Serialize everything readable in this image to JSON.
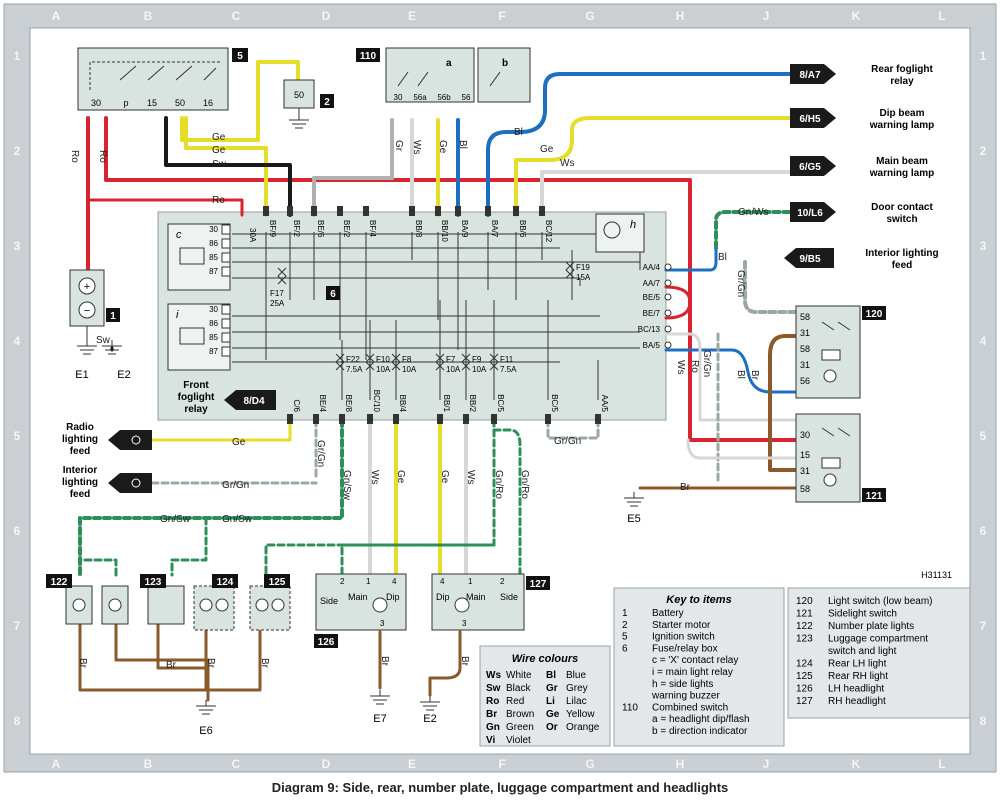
{
  "grid": {
    "columns": [
      "A",
      "B",
      "C",
      "D",
      "E",
      "F",
      "G",
      "H",
      "J",
      "K",
      "L"
    ],
    "rows": [
      "1",
      "2",
      "3",
      "4",
      "5",
      "6",
      "7",
      "8"
    ]
  },
  "caption": "Diagram 9: Side, rear, number plate, luggage compartment and headlights",
  "drawing_ref": "H31131",
  "colors": {
    "frame": "#c9cfd3",
    "panel": "#d9e3e0",
    "red": "#d8242f",
    "yellow": "#e6dc2a",
    "blue": "#1f6fc0",
    "black": "#1a1a1a",
    "white": "#f4f4f4",
    "grey": "#9a9a9a",
    "brown": "#8a5a2b",
    "green": "#2f8f5a"
  },
  "components": {
    "ignition_switch": {
      "number": "5",
      "terminals": [
        "30",
        "p",
        "15",
        "50",
        "16"
      ]
    },
    "battery": {
      "number": "1"
    },
    "starter_motor": {
      "number": "2",
      "terminal": "50"
    },
    "combined_switch": {
      "number": "110",
      "terminals": [
        "30",
        "56a",
        "56b",
        "56"
      ],
      "sub_a": "a",
      "sub_b": "b"
    },
    "fuse_box": {
      "number": "6"
    },
    "switch_120": {
      "number": "120",
      "terminals": [
        "58",
        "31",
        "58",
        "31",
        "56"
      ]
    },
    "switch_121": {
      "number": "121",
      "terminals": [
        "30",
        "15",
        "31",
        "58"
      ]
    },
    "lamp_122": {
      "number": "122"
    },
    "lamp_123": {
      "number": "123"
    },
    "lamp_124": {
      "number": "124"
    },
    "lamp_125": {
      "number": "125"
    },
    "headlight_126": {
      "number": "126",
      "labels": [
        "Side",
        "Main",
        "Dip"
      ],
      "pins": [
        "2",
        "1",
        "4",
        "3"
      ]
    },
    "headlight_127": {
      "number": "127",
      "labels": [
        "Dip",
        "Main",
        "Side"
      ],
      "pins": [
        "4",
        "1",
        "2",
        "3"
      ]
    }
  },
  "fusebox_connectors_top": [
    "BF/9",
    "BF/2",
    "BE/6",
    "BE/2",
    "BF/4",
    "BB/8",
    "BB/10",
    "BA/9",
    "BA/7",
    "BB/6",
    "BC/12"
  ],
  "fusebox_connectors_bottom": [
    "C/6",
    "BE/4",
    "BE/8",
    "BC/10",
    "BB/4",
    "BB/1",
    "BB/2",
    "BC/5",
    "BC/5",
    "AA/5"
  ],
  "fusebox_connectors_right": [
    "AA/4",
    "AA/7",
    "BE/5",
    "BE/7",
    "BC/13",
    "BA/5"
  ],
  "relay_c": {
    "label": "c",
    "pins": [
      "30",
      "86",
      "85",
      "87"
    ]
  },
  "relay_i": {
    "label": "i",
    "pins": [
      "30",
      "86",
      "85",
      "87"
    ]
  },
  "buzzer_h": {
    "label": "h"
  },
  "fuses": [
    {
      "name": "F17",
      "rating": "25A"
    },
    {
      "name": "F19",
      "rating": "15A"
    },
    {
      "name": "F22",
      "rating": "7.5A"
    },
    {
      "name": "F10",
      "rating": "10A"
    },
    {
      "name": "F8",
      "rating": "10A"
    },
    {
      "name": "F7",
      "rating": "10A"
    },
    {
      "name": "F9",
      "rating": "10A"
    },
    {
      "name": "F11",
      "rating": "7.5A"
    }
  ],
  "fuse_30a": "30A",
  "wire_labels": {
    "ro": "Ro",
    "ge": "Ge",
    "sw": "Sw",
    "ws": "Ws",
    "gr": "Gr",
    "bl": "Bl",
    "br": "Br",
    "gr_gn": "Gr/Gn",
    "gn_sw": "Gn/Sw",
    "gn_ro": "Gn/Ro",
    "gn_ws": "Gn/Ws"
  },
  "earths": [
    "E1",
    "E2",
    "E5",
    "E6",
    "E7",
    "E2"
  ],
  "refs": [
    {
      "ref": "8/A7",
      "label": "Rear foglight relay"
    },
    {
      "ref": "6/H5",
      "label": "Dip beam warning lamp"
    },
    {
      "ref": "6/G5",
      "label": "Main beam warning lamp"
    },
    {
      "ref": "10/L6",
      "label": "Door contact switch"
    },
    {
      "ref": "9/B5",
      "label": "Interior lighting feed"
    },
    {
      "ref": "8/D4",
      "label": "Front foglight relay"
    }
  ],
  "left_feeds": [
    {
      "label": "Radio lighting feed"
    },
    {
      "label": "Interior lighting feed"
    }
  ],
  "wire_colours": {
    "title": "Wire colours",
    "entries": [
      [
        "Ws",
        "White"
      ],
      [
        "Bl",
        "Blue"
      ],
      [
        "Sw",
        "Black"
      ],
      [
        "Gr",
        "Grey"
      ],
      [
        "Ro",
        "Red"
      ],
      [
        "Li",
        "Lilac"
      ],
      [
        "Br",
        "Brown"
      ],
      [
        "Ge",
        "Yellow"
      ],
      [
        "Gn",
        "Green"
      ],
      [
        "Or",
        "Orange"
      ],
      [
        "Vi",
        "Violet"
      ],
      [
        "",
        ""
      ]
    ]
  },
  "key_title": "Key to items",
  "key_left": [
    [
      "1",
      "Battery"
    ],
    [
      "2",
      "Starter motor"
    ],
    [
      "5",
      "Ignition switch"
    ],
    [
      "6",
      "Fuse/relay box"
    ],
    [
      "",
      "c = 'X' contact relay"
    ],
    [
      "",
      "i = main light relay"
    ],
    [
      "",
      "h = side lights"
    ],
    [
      "",
      "warning buzzer"
    ],
    [
      "110",
      "Combined switch"
    ],
    [
      "",
      "a = headlight dip/flash"
    ],
    [
      "",
      "b = direction indicator"
    ]
  ],
  "key_right": [
    [
      "120",
      "Light switch (low beam)"
    ],
    [
      "121",
      "Sidelight switch"
    ],
    [
      "122",
      "Number plate lights"
    ],
    [
      "123",
      "Luggage compartment"
    ],
    [
      "",
      "switch and light"
    ],
    [
      "124",
      "Rear LH light"
    ],
    [
      "125",
      "Rear RH light"
    ],
    [
      "126",
      "LH headlight"
    ],
    [
      "127",
      "RH headlight"
    ]
  ]
}
